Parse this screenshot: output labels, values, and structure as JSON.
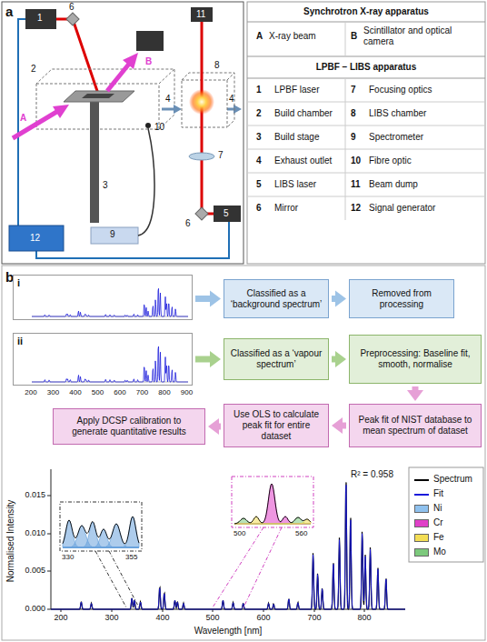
{
  "diagram": {
    "nodes": [
      {
        "text": [
          "i"
        ]
      },
      {
        "text": [
          "Classified as a ‘background spectrum’"
        ]
      },
      {
        "text": [
          "Removed from processing"
        ]
      },
      {
        "text": [
          "ii"
        ]
      },
      {
        "text": [
          "Classified as a ‘vapour spectrum’"
        ]
      },
      {
        "text": [
          "Preprocessing: Baseline fit, smooth, normalise"
        ]
      },
      {
        "text": [
          "Peak fit of NIST database to mean spectrum of dataset"
        ]
      },
      {
        "text": [
          "Use OLS to calculate peak fit for entire dataset"
        ]
      },
      {
        "text": [
          "Apply DCSP calibration to generate quantitative results"
        ]
      }
    ],
    "edges": [
      {
        "from": 0,
        "to": 1,
        "arrow": "to"
      },
      {
        "from": 1,
        "to": 2,
        "arrow": "to"
      },
      {
        "from": 3,
        "to": 4,
        "arrow": "to"
      },
      {
        "from": 4,
        "to": 5,
        "arrow": "to"
      },
      {
        "from": 5,
        "to": 6,
        "arrow": "to"
      },
      {
        "from": 6,
        "to": 7,
        "arrow": "to"
      },
      {
        "from": 7,
        "to": 8,
        "arrow": "to"
      }
    ],
    "labels": [
      "a",
      "1",
      "2",
      "3",
      "4",
      "4",
      "5",
      "6",
      "6",
      "7",
      "8",
      "9",
      "10",
      "11",
      "12",
      "A",
      "B",
      "Synchrotron X-ray apparatus",
      "A",
      "X-ray beam",
      "B",
      "Scintillator and optical camera",
      "LPBF – LIBS apparatus",
      "1",
      "LPBF laser",
      "7",
      "Focusing optics",
      "2",
      "Build chamber",
      "8",
      "LIBS chamber",
      "3",
      "Build stage",
      "9",
      "Spectrometer",
      "4",
      "Exhaust outlet",
      "10",
      "Fibre optic",
      "5",
      "LIBS laser",
      "11",
      "Beam dump",
      "6",
      "Mirror",
      "12",
      "Signal generator",
      "b",
      "200",
      "300",
      "400",
      "500",
      "600",
      "700",
      "800",
      "900",
      "Normalised Intensity",
      "0.015",
      "0.010",
      "0.005",
      "0.000",
      "200",
      "300",
      "400",
      "500",
      "600",
      "700",
      "800",
      "Wavelength [nm]",
      "330",
      "355",
      "500",
      "560",
      "R² = 0.958"
    ],
    "legend": [
      {
        "text": "Spectrum"
      },
      {
        "text": "Fit"
      },
      {
        "text": "Ni",
        "color": "#8fc1ee"
      },
      {
        "text": "Cr",
        "color": "#e040c8"
      },
      {
        "text": "Fe",
        "color": "#f3dd55"
      },
      {
        "text": "Mo",
        "color": "#7cc97c"
      }
    ]
  }
}
